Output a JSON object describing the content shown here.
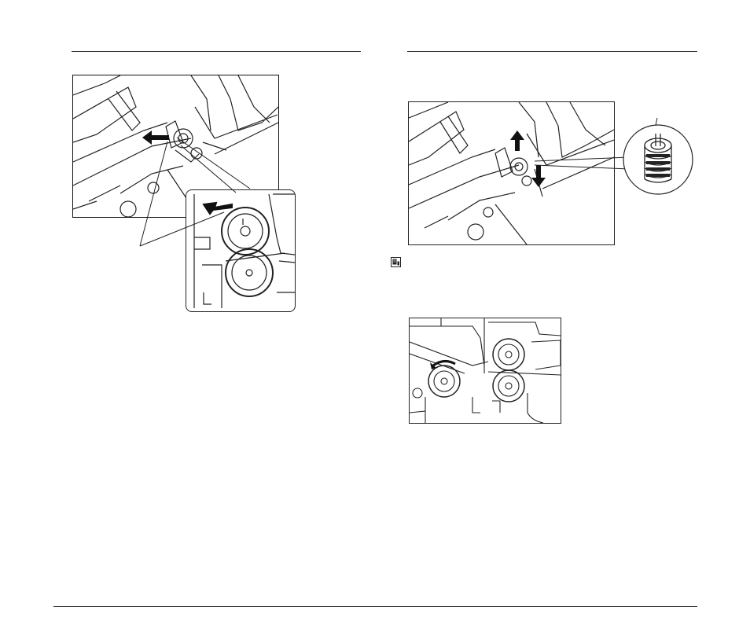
{
  "page": {
    "figures": [
      {
        "id": "fig-remove-roller-lock",
        "description_hidden": ""
      },
      {
        "id": "fig-insert-roller",
        "description_hidden": ""
      },
      {
        "id": "fig-rotate-roller",
        "description_hidden": ""
      }
    ],
    "note_icon": "note-icon",
    "colors": {
      "line": "#222222",
      "arrow": "#111111",
      "background": "#ffffff"
    }
  }
}
